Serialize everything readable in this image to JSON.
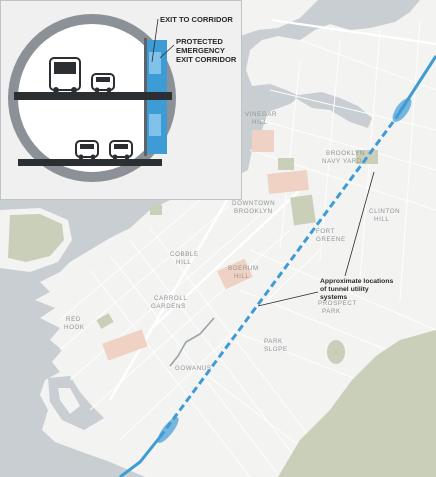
{
  "map": {
    "colors": {
      "water": "#c9ced2",
      "land": "#f3f3f1",
      "park": "#c9cfb8",
      "historic": "#efd2c4",
      "tunnel": "#3d9bd6",
      "street": "#ffffff"
    },
    "neighborhoods": {
      "vinegar_hill": [
        "VINEGAR",
        "HILL"
      ],
      "navy_yard": [
        "BROOKLYN",
        "NAVY YARD"
      ],
      "downtown": [
        "DOWNTOWN",
        "BROOKLYN"
      ],
      "clinton_hill": [
        "CLINTON",
        "HILL"
      ],
      "fort_greene": [
        "FORT",
        "GREENE"
      ],
      "cobble_hill": [
        "COBBLE",
        "HILL"
      ],
      "boerum_hill": [
        "BOERUM",
        "HILL"
      ],
      "carroll_gardens": [
        "CARROLL",
        "GARDENS"
      ],
      "red_hook": [
        "RED",
        "HOOK"
      ],
      "gowanus": "GOWANUS",
      "park_slope": [
        "PARK",
        "SLOPE"
      ],
      "prospect_park": [
        "PROSPECT",
        "PARK"
      ]
    },
    "annotation": {
      "lines": [
        "Approximate locations",
        "of tunnel utility",
        "systems"
      ]
    }
  },
  "inset": {
    "labels": {
      "exit_corridor": "EXIT TO CORRIDOR",
      "protected_corridor": [
        "PROTECTED",
        "EMERGENCY",
        "EXIT CORRIDOR"
      ]
    }
  }
}
